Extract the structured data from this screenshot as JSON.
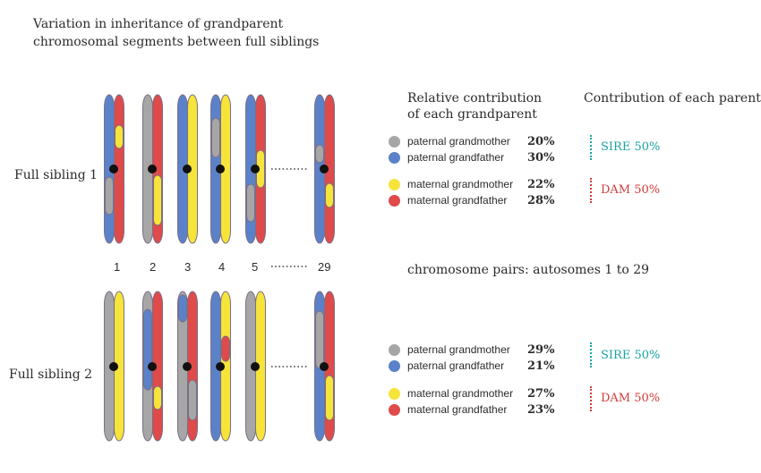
{
  "title_lines": [
    "Variation in inheritance of grandparent",
    "chromosomal segments between full siblings"
  ],
  "colors": {
    "paternal_grandmother": "#a6a6a6",
    "paternal_grandfather": "#5b82c9",
    "maternal_grandmother": "#f6e43a",
    "maternal_grandfather": "#df4a4a",
    "sire": "#1aa3a3",
    "dam": "#d33a3a"
  },
  "headers": {
    "grandparent_lines": [
      "Relative contribution",
      "of each grandparent"
    ],
    "parent": "Contribution of each parent"
  },
  "chromosome_numbers": [
    "1",
    "2",
    "3",
    "4",
    "5",
    "29"
  ],
  "chromosome_pairs_label": "chromosome pairs: autosomes 1 to 29",
  "siblings": [
    {
      "label": "Full sibling 1",
      "legend": [
        {
          "name": "paternal grandmother",
          "pct": "20%",
          "color_key": "paternal_grandmother"
        },
        {
          "name": "paternal grandfather",
          "pct": "30%",
          "color_key": "paternal_grandfather"
        },
        {
          "name": "maternal grandmother",
          "pct": "22%",
          "color_key": "maternal_grandmother"
        },
        {
          "name": "maternal grandfather",
          "pct": "28%",
          "color_key": "maternal_grandfather"
        }
      ],
      "sire": "SIRE 50%",
      "dam": "DAM 50%"
    },
    {
      "label": "Full sibling 2",
      "legend": [
        {
          "name": "paternal grandmother",
          "pct": "29%",
          "color_key": "paternal_grandmother"
        },
        {
          "name": "paternal grandfather",
          "pct": "21%",
          "color_key": "paternal_grandfather"
        },
        {
          "name": "maternal grandmother",
          "pct": "27%",
          "color_key": "maternal_grandmother"
        },
        {
          "name": "maternal grandfather",
          "pct": "23%",
          "color_key": "maternal_grandfather"
        }
      ],
      "sire": "SIRE 50%",
      "dam": "DAM 50%"
    }
  ]
}
